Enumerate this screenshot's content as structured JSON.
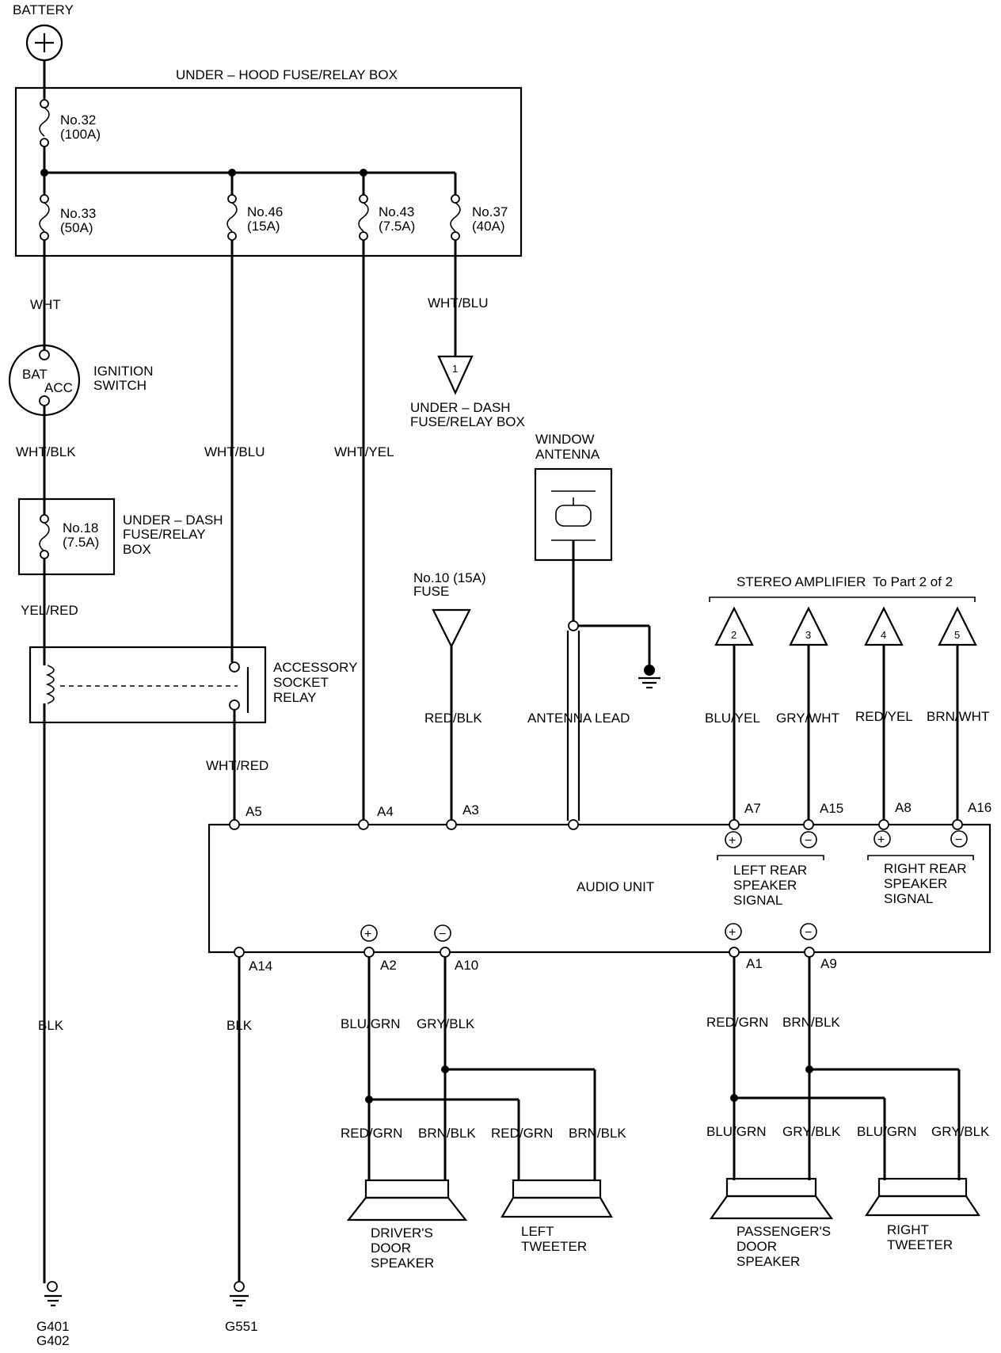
{
  "battery": {
    "label": "BATTERY"
  },
  "underhood_box": {
    "title": "UNDER – HOOD FUSE/RELAY BOX",
    "fuses": [
      {
        "no": "No.32",
        "rating": "(100A)"
      },
      {
        "no": "No.33",
        "rating": "(50A)"
      },
      {
        "no": "No.46",
        "rating": "(15A)"
      },
      {
        "no": "No.43",
        "rating": "(7.5A)"
      },
      {
        "no": "No.37",
        "rating": "(40A)"
      }
    ]
  },
  "ignition_switch": {
    "label1": "IGNITION",
    "label2": "SWITCH",
    "bat": "BAT",
    "acc": "ACC"
  },
  "underdash_box": {
    "fuse_no": "No.18",
    "fuse_rating": "(7.5A)",
    "label1": "UNDER – DASH",
    "label2": "FUSE/RELAY",
    "label3": "BOX"
  },
  "underdash_ref": {
    "num": "1",
    "label1": "UNDER – DASH",
    "label2": "FUSE/RELAY BOX"
  },
  "relay": {
    "label1": "ACCESSORY",
    "label2": "SOCKET",
    "label3": "RELAY"
  },
  "fuse10": {
    "label1": "No.10 (15A)",
    "label2": "FUSE"
  },
  "antenna": {
    "label1": "WINDOW",
    "label2": "ANTENNA",
    "lead": "ANTENNA LEAD"
  },
  "amplifier": {
    "label": "STEREO AMPLIFIER",
    "ref": "To Part 2 of 2",
    "nums": [
      "2",
      "3",
      "4",
      "5"
    ],
    "wires": [
      "BLU/YEL",
      "GRY/WHT",
      "RED/YEL",
      "BRN/WHT"
    ]
  },
  "wires": {
    "wht": "WHT",
    "wht_blk": "WHT/BLK",
    "yel_red": "YEL/RED",
    "blk_left": "BLK",
    "wht_blu_46": "WHT/BLU",
    "wht_red": "WHT/RED",
    "blk_a14": "BLK",
    "wht_yel": "WHT/YEL",
    "wht_blu_37": "WHT/BLU",
    "red_blk": "RED/BLK"
  },
  "audio_unit": {
    "label": "AUDIO UNIT",
    "top_pins": [
      "A5",
      "A4",
      "A3",
      "A7",
      "A15",
      "A8",
      "A16"
    ],
    "bottom_pins": [
      "A14",
      "A2",
      "A10",
      "A1",
      "A9"
    ],
    "left_rear": [
      "LEFT REAR",
      "SPEAKER",
      "SIGNAL"
    ],
    "right_rear": [
      "RIGHT REAR",
      "SPEAKER",
      "SIGNAL"
    ],
    "plus": "+",
    "minus": "−"
  },
  "speakers": {
    "left_wires": [
      "BLU/GRN",
      "GRY/BLK"
    ],
    "right_wires": [
      "RED/GRN",
      "BRN/BLK"
    ],
    "driver": {
      "wires": [
        "RED/GRN",
        "BRN/BLK"
      ],
      "label": [
        "DRIVER'S",
        "DOOR",
        "SPEAKER"
      ]
    },
    "left_tweeter": {
      "wires": [
        "RED/GRN",
        "BRN/BLK"
      ],
      "label": [
        "LEFT",
        "TWEETER"
      ]
    },
    "passenger": {
      "wires": [
        "BLU/GRN",
        "GRY/BLK"
      ],
      "label": [
        "PASSENGER'S",
        "DOOR",
        "SPEAKER"
      ]
    },
    "right_tweeter": {
      "wires": [
        "BLU/GRN",
        "GRY/BLK"
      ],
      "label": [
        "RIGHT",
        "TWEETER"
      ]
    }
  },
  "grounds": {
    "g1a": "G401",
    "g1b": "G402",
    "g2": "G551"
  }
}
